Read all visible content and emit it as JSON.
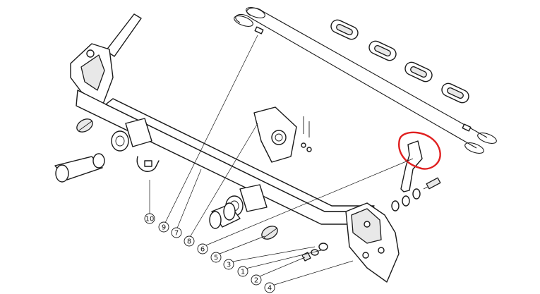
{
  "colors": {
    "line": "#1a1a1a",
    "background": "#ffffff",
    "highlight": "#e02020"
  },
  "callouts": [
    {
      "label": "10",
      "part": "safety-clip"
    },
    {
      "label": "9",
      "part": "safety-cable"
    },
    {
      "label": "8",
      "part": "socket-bracket"
    },
    {
      "label": "7",
      "part": "cross-beam"
    },
    {
      "label": "6",
      "part": "towbar-pin"
    },
    {
      "label": "5",
      "part": "r-clip"
    },
    {
      "label": "3",
      "part": "flat-washer"
    },
    {
      "label": "1",
      "part": "spring-washer"
    },
    {
      "label": "2",
      "part": "nut"
    },
    {
      "label": "4",
      "part": "side-mount-bracket"
    }
  ],
  "highlight": {
    "part": "side-arm-bracket"
  }
}
